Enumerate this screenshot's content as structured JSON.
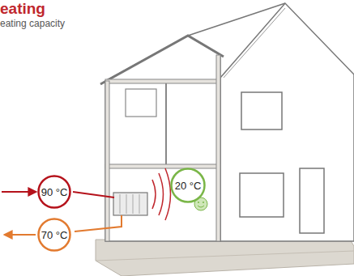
{
  "diagram": {
    "title": "eating",
    "nodes": [
      {
        "text": [
          "90 °C"
        ]
      },
      {
        "text": [
          "20 °C"
        ]
      },
      {
        "text": [
          "70 °C"
        ]
      }
    ],
    "labels": [
      "eating capacity"
    ]
  }
}
